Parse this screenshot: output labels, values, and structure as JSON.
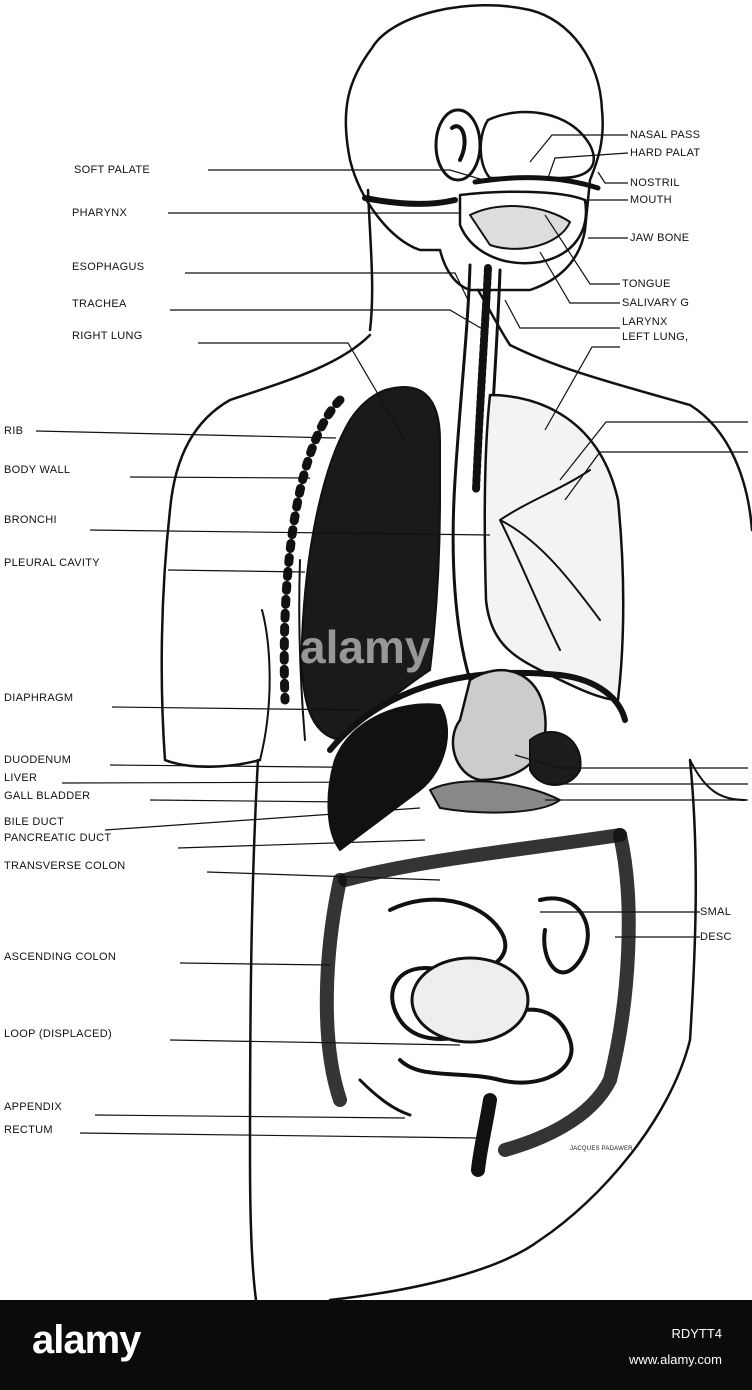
{
  "diagram": {
    "labels": {
      "nasal_passage": "NASAL PASS",
      "hard_palate": "HARD PALAT",
      "soft_palate": "SOFT PALATE",
      "nostril": "NOSTRIL",
      "pharynx": "PHARYNX",
      "mouth": "MOUTH",
      "jaw_bone": "JAW BONE",
      "esophagus": "ESOPHAGUS",
      "tongue": "TONGUE",
      "trachea": "TRACHEA",
      "salivary_gland": "SALIVARY G",
      "larynx": "LARYNX",
      "right_lung": "RIGHT LUNG",
      "left_lung": "LEFT LUNG,",
      "rib": "RIB",
      "body_wall": "BODY WALL",
      "bronchi": "BRONCHI",
      "pleural_cavity": "PLEURAL CAVITY",
      "diaphragm": "DIAPHRAGM",
      "duodenum": "DUODENUM",
      "liver": "LIVER",
      "gall_bladder": "GALL BLADDER",
      "bile_duct": "BILE DUCT",
      "pancreatic_duct": "PANCREATIC DUCT",
      "transverse_colon": "TRANSVERSE COLON",
      "small": "SMAL",
      "descending": "DESC",
      "ascending_colon": "ASCENDING COLON",
      "loop_displaced": "LOOP (DISPLACED)",
      "appendix": "APPENDIX",
      "rectum": "RECTUM"
    },
    "artist_credit": "JACQUES PADAWER"
  },
  "watermark": "alamy",
  "footer": {
    "logo": "alamy",
    "image_id": "RDYTT4",
    "url": "www.alamy.com",
    "background": "#0b0b0b",
    "text_color": "#ffffff"
  }
}
